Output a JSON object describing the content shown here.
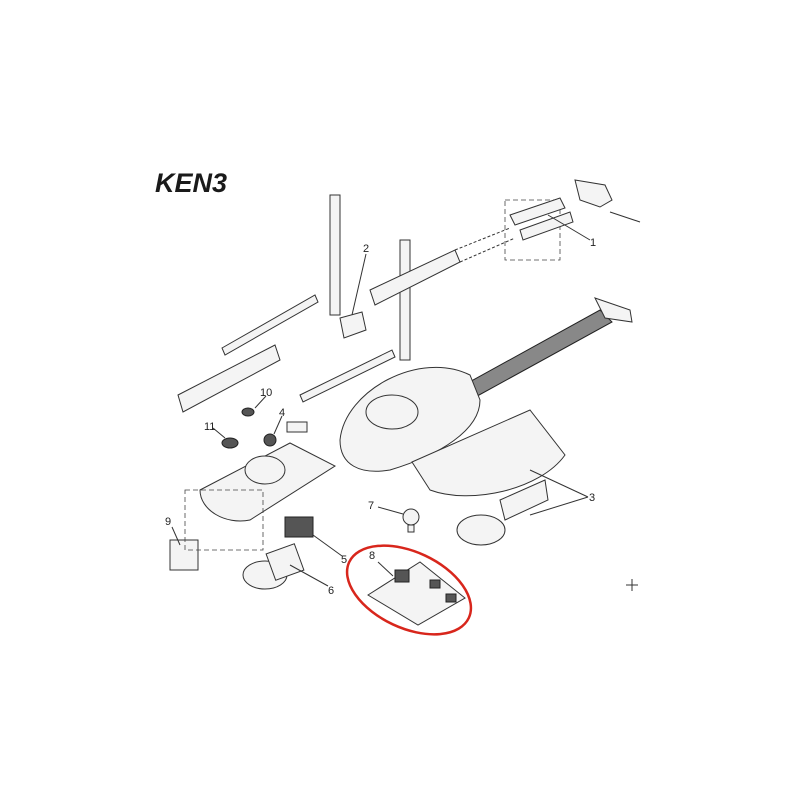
{
  "title": "KEN3",
  "highlight_color": "#d8261c",
  "highlighted_part": "8",
  "parts": [
    {
      "number": "1"
    },
    {
      "number": "2"
    },
    {
      "number": "3"
    },
    {
      "number": "4"
    },
    {
      "number": "5"
    },
    {
      "number": "6"
    },
    {
      "number": "7"
    },
    {
      "number": "8"
    },
    {
      "number": "9"
    },
    {
      "number": "10"
    },
    {
      "number": "11"
    }
  ]
}
